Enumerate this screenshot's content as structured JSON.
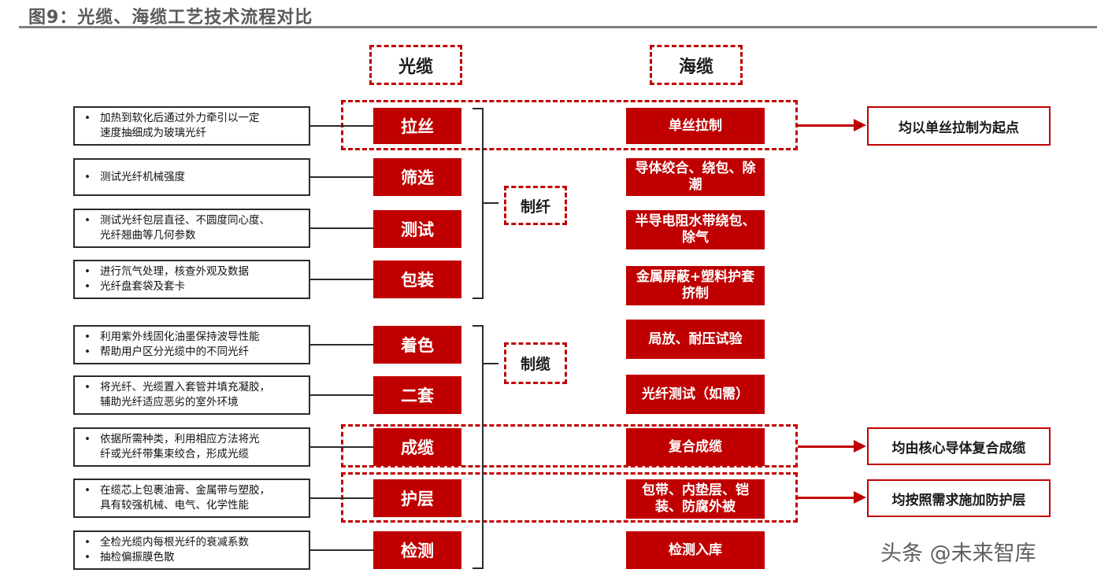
{
  "title": "图9：光缆、海缆工艺技术流程对比",
  "headers": {
    "optical": "光缆",
    "submarine": "海缆"
  },
  "phases": {
    "fiber": "制纤",
    "cable": "制缆"
  },
  "optical_steps": [
    {
      "label": "拉丝",
      "desc": [
        "加热到软化后通过外力牵引以一定",
        "速度抽细成为玻璃光纤"
      ],
      "bullets": [
        true,
        false
      ]
    },
    {
      "label": "筛选",
      "desc": [
        "测试光纤机械强度"
      ],
      "bullets": [
        true
      ]
    },
    {
      "label": "测试",
      "desc": [
        "测试光纤包层直径、不圆度同心度、",
        "光纤翘曲等几何参数"
      ],
      "bullets": [
        true,
        false
      ]
    },
    {
      "label": "包装",
      "desc": [
        "进行氘气处理，核查外观及数据",
        "光纤盘套袋及套卡"
      ],
      "bullets": [
        true,
        true
      ]
    },
    {
      "label": "着色",
      "desc": [
        "利用紫外线固化油墨保持波导性能",
        "帮助用户区分光缆中的不同光纤"
      ],
      "bullets": [
        true,
        true
      ]
    },
    {
      "label": "二套",
      "desc": [
        "将光纤、光缆置入套管并填充凝胶，",
        "辅助光纤适应恶劣的室外环境"
      ],
      "bullets": [
        true,
        false
      ]
    },
    {
      "label": "成缆",
      "desc": [
        "依据所需种类，利用相应方法将光",
        "纤或光纤带集束绞合，形成光缆"
      ],
      "bullets": [
        true,
        false
      ]
    },
    {
      "label": "护层",
      "desc": [
        "在缆芯上包裹油膏、金属带与塑胶，",
        "具有较强机械、电气、化学性能"
      ],
      "bullets": [
        true,
        false
      ]
    },
    {
      "label": "检测",
      "desc": [
        "全检光缆内每根光纤的衰减系数",
        "抽检偏振膜色散"
      ],
      "bullets": [
        true,
        true
      ]
    }
  ],
  "submarine_steps": [
    {
      "label": "单丝拉制"
    },
    {
      "label": "导体绞合、绕包、除潮"
    },
    {
      "label": "半导电阻水带绕包、除气"
    },
    {
      "label": "金属屏蔽+塑料护套挤制"
    },
    {
      "label": "局放、耐压试验"
    },
    {
      "label": "光纤测试（如需）"
    },
    {
      "label": "复合成缆"
    },
    {
      "label": "包带、内垫层、铠装、防腐外被"
    },
    {
      "label": "检测入库"
    }
  ],
  "notes": [
    "均以单丝拉制为起点",
    "均由核心导体复合成缆",
    "均按照需求施加防护层"
  ],
  "watermark": "头条 @未来智库",
  "colors": {
    "accent": "#c00000",
    "title": "#595959"
  }
}
